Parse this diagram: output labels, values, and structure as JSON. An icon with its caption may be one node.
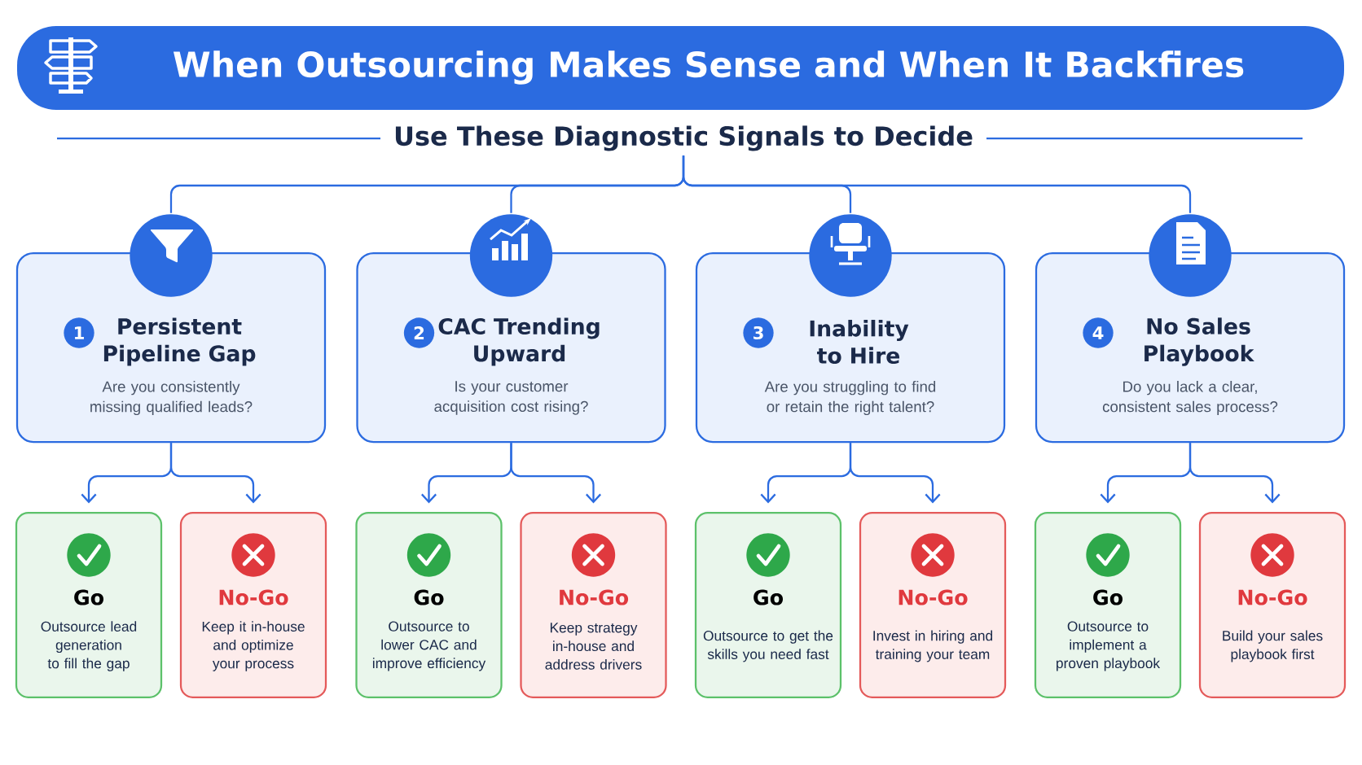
{
  "diagram": {
    "title": "When Outsourcing Makes Sense and When It Backfires",
    "nodes": [
      {
        "text": [
          "Use These Diagnostic Signals to Decide"
        ]
      },
      {
        "text": [
          "1",
          "Persistent Pipeline Gap",
          "Are you consistently missing qualified leads?"
        ]
      },
      {
        "text": [
          "2",
          "CAC Trending Upward",
          "Is your customer acquisition cost rising?"
        ]
      },
      {
        "text": [
          "3",
          "Inability to Hire",
          "Are you struggling to find or retain the right talent?"
        ]
      },
      {
        "text": [
          "4",
          "No Sales Playbook",
          "Do you lack a clear, consistent sales process?"
        ]
      },
      {
        "text": [
          "Go",
          "Outsource lead generation to fill the gap"
        ]
      },
      {
        "text": [
          "No-Go",
          "Keep it in-house and optimize your process"
        ]
      },
      {
        "text": [
          "Go",
          "Outsource to lower CAC and improve efficiency"
        ]
      },
      {
        "text": [
          "No-Go",
          "Keep strategy in-house and address drivers"
        ]
      },
      {
        "text": [
          "Go",
          "Outsource to get the skills you need fast"
        ]
      },
      {
        "text": [
          "No-Go",
          "Invest in hiring and training your team"
        ]
      },
      {
        "text": [
          "Go",
          "Outsource to implement a proven playbook"
        ]
      },
      {
        "text": [
          "No-Go",
          "Build your sales playbook first"
        ]
      }
    ],
    "edges": [
      {
        "from": 0,
        "to": 1,
        "arrow": "none"
      },
      {
        "from": 0,
        "to": 2,
        "arrow": "none"
      },
      {
        "from": 0,
        "to": 3,
        "arrow": "none"
      },
      {
        "from": 0,
        "to": 4,
        "arrow": "none"
      },
      {
        "from": 1,
        "to": 5,
        "arrow": "to"
      },
      {
        "from": 1,
        "to": 6,
        "arrow": "to"
      },
      {
        "from": 2,
        "to": 7,
        "arrow": "to"
      },
      {
        "from": 2,
        "to": 8,
        "arrow": "to"
      },
      {
        "from": 3,
        "to": 9,
        "arrow": "to"
      },
      {
        "from": 3,
        "to": 10,
        "arrow": "to"
      },
      {
        "from": 4,
        "to": 11,
        "arrow": "to"
      },
      {
        "from": 4,
        "to": 12,
        "arrow": "to"
      }
    ]
  }
}
